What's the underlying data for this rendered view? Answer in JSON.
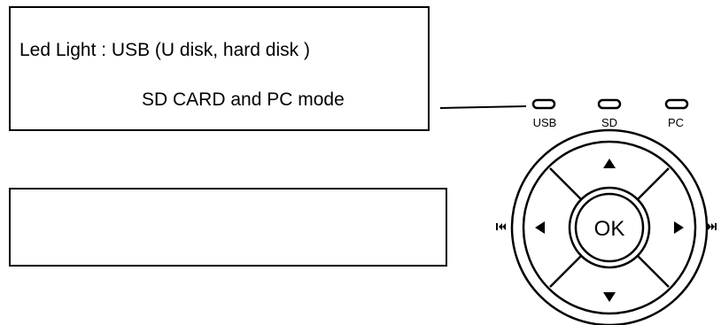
{
  "led_box": {
    "line1": "Led Light : USB (U disk, hard disk )",
    "line2": "SD CARD and PC mode"
  },
  "empty_box": {
    "text": ""
  },
  "indicators": [
    {
      "label": "USB"
    },
    {
      "label": "SD"
    },
    {
      "label": "PC"
    }
  ],
  "dpad": {
    "ok_label": "OK",
    "up_icon": "up-arrow-icon",
    "down_icon": "down-arrow-icon",
    "left_icon": "left-arrow-icon",
    "right_icon": "right-arrow-icon",
    "prev_icon": "skip-previous-icon",
    "next_icon": "skip-next-icon"
  },
  "colors": {
    "stroke": "#000000",
    "background": "#ffffff"
  }
}
